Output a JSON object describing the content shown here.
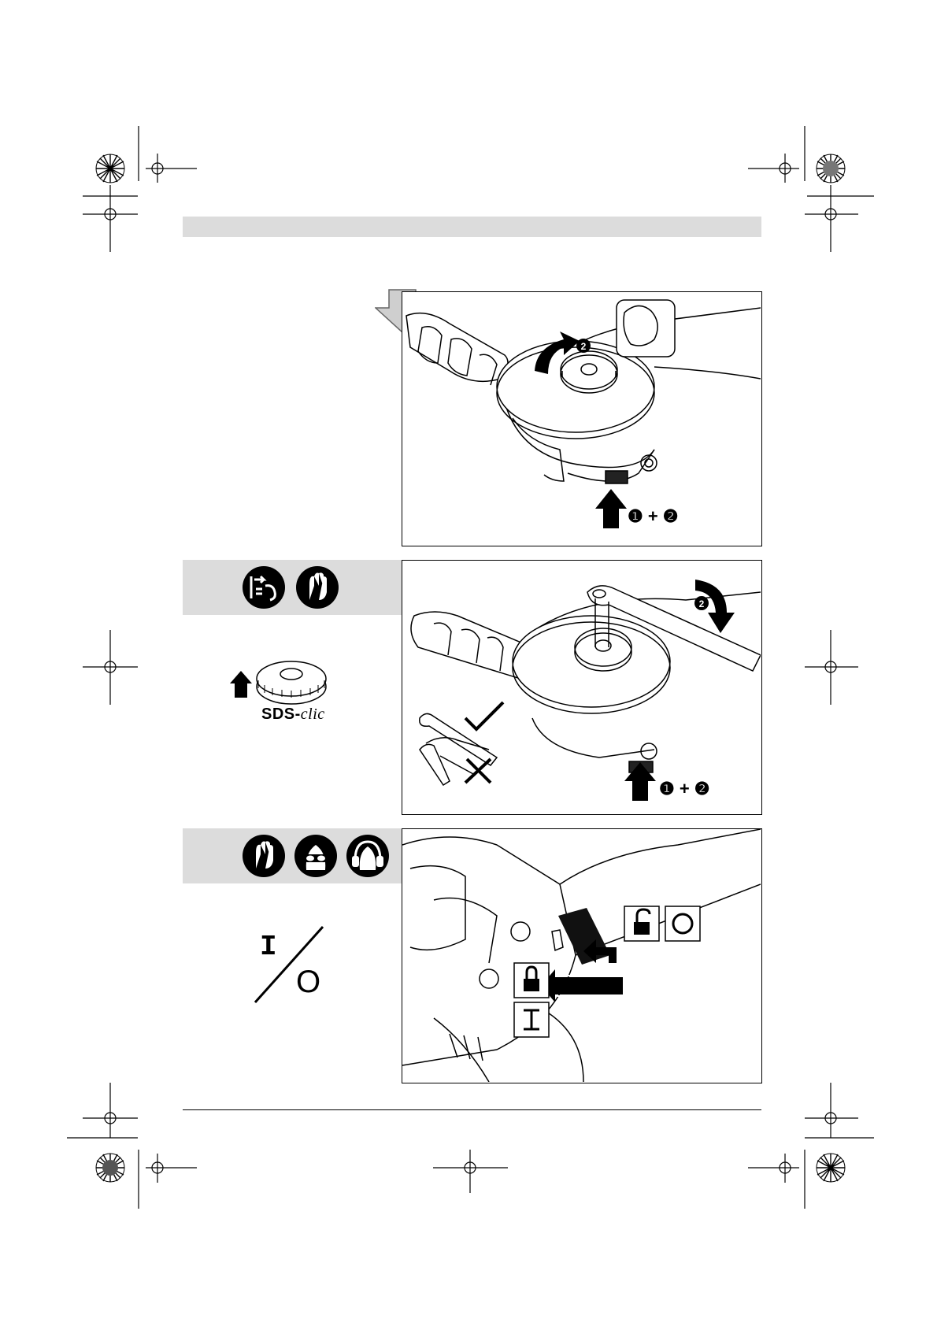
{
  "panels": [
    {
      "id": "panel-1",
      "step_label": "❶ + ❷"
    },
    {
      "id": "panel-2",
      "step_label": "❶ + ❷"
    },
    {
      "id": "panel-3",
      "switch_on": "I",
      "switch_off": "O"
    }
  ],
  "sds": {
    "prefix": "SDS-",
    "suffix": "clic"
  },
  "switch_symbol": {
    "on": "I",
    "off": "O"
  },
  "badges": {
    "step_two": "❷"
  },
  "colors": {
    "band": "#dcdcdc",
    "ink": "#000000",
    "arrow_grey": "#cfcfcf"
  },
  "icons": {
    "band_2": [
      "unplug-icon",
      "gloves-icon"
    ],
    "band_3": [
      "gloves-icon",
      "safety-goggles-icon",
      "ear-protection-icon"
    ]
  }
}
